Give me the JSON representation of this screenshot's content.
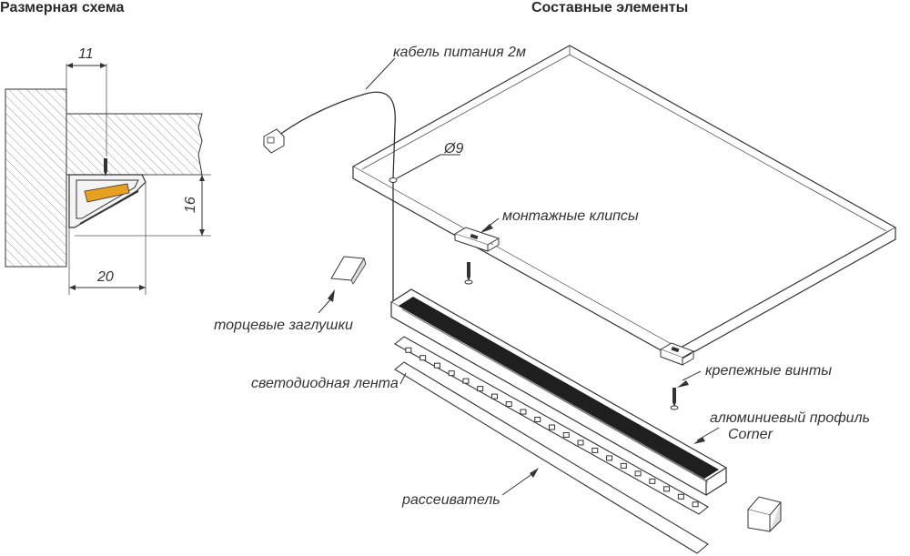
{
  "headers": {
    "left": "Размерная схема",
    "right": "Составные элементы"
  },
  "dimensions": {
    "top": "11",
    "side": "16",
    "bottom": "20"
  },
  "labels": {
    "power_cable": "кабель питания 2м",
    "diameter": "Ø9",
    "mounting_clips": "монтажные клипсы",
    "end_caps": "торцевые заглушки",
    "screws": "крепежные винты",
    "led_strip": "светодиодная лента",
    "profile_line1": "алюминиевый профиль",
    "profile_line2": "Corner",
    "diffuser": "рассеиватель"
  },
  "colors": {
    "line": "#333333",
    "led_accent": "#e8a020",
    "hatch": "#999999"
  }
}
